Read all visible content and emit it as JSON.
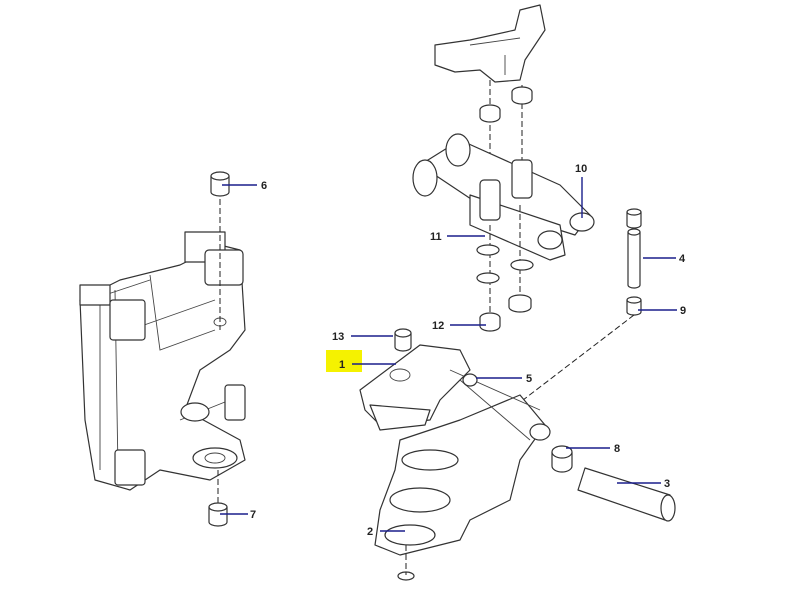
{
  "title": "Exploded parts diagram",
  "highlight_color": "#f5f200",
  "leader_color": "#1a1f8c",
  "callouts": [
    {
      "id": "1",
      "label": "1",
      "highlighted": true
    },
    {
      "id": "2",
      "label": "2"
    },
    {
      "id": "3",
      "label": "3"
    },
    {
      "id": "4",
      "label": "4"
    },
    {
      "id": "5",
      "label": "5"
    },
    {
      "id": "6",
      "label": "6"
    },
    {
      "id": "7",
      "label": "7"
    },
    {
      "id": "8",
      "label": "8"
    },
    {
      "id": "9",
      "label": "9"
    },
    {
      "id": "10",
      "label": "10"
    },
    {
      "id": "11",
      "label": "11"
    },
    {
      "id": "12",
      "label": "12"
    },
    {
      "id": "13",
      "label": "13"
    }
  ]
}
